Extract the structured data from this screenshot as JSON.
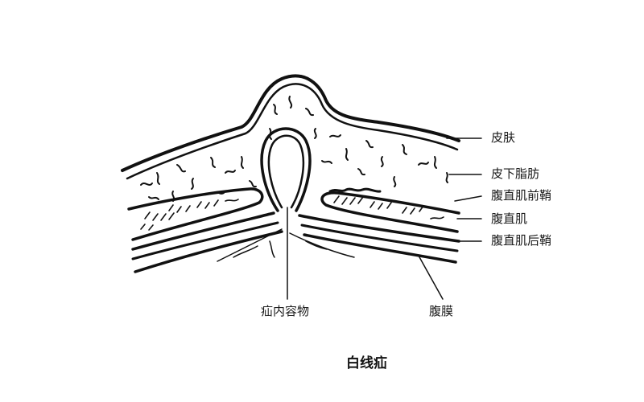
{
  "title": "白线疝",
  "labels": {
    "skin": "皮肤",
    "subcutaneous_fat": "皮下脂肪",
    "anterior_rectus_sheath": "腹直肌前鞘",
    "rectus_abdominis": "腹直肌",
    "posterior_rectus_sheath": "腹直肌后鞘",
    "hernia_contents": "疝内容物",
    "peritoneum": "腹膜"
  },
  "colors": {
    "line": "#111111",
    "background": "#ffffff"
  }
}
